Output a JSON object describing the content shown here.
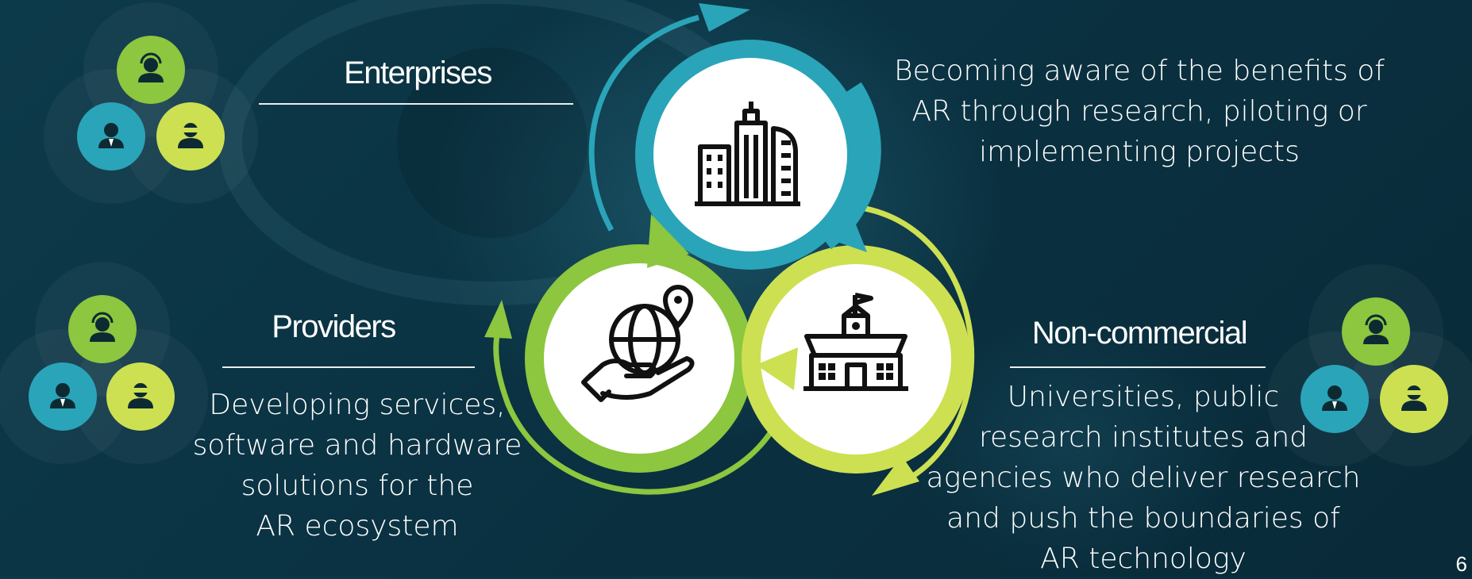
{
  "segments": {
    "enterprises": {
      "title": "Enterprises",
      "description": "Becoming aware of the benefits of\nAR through research, piloting or\nimplementing projects",
      "icon": "city-buildings-icon"
    },
    "providers": {
      "title": "Providers",
      "description": "Developing services,\nsoftware and hardware\nsolutions for the\nAR ecosystem",
      "icon": "globe-in-hand-icon"
    },
    "noncommercial": {
      "title": "Non-commercial",
      "description": "Universities, public\nresearch institutes and\nagencies who deliver research\nand push the boundaries of\nAR technology",
      "icon": "school-building-icon"
    }
  },
  "people_icons": [
    "headset-person-icon",
    "businessman-icon",
    "vr-person-icon"
  ],
  "page_number": "6",
  "colors": {
    "teal": "#2aa4b8",
    "green": "#8dc63f",
    "lime": "#cde052",
    "background": "#0b3646"
  }
}
